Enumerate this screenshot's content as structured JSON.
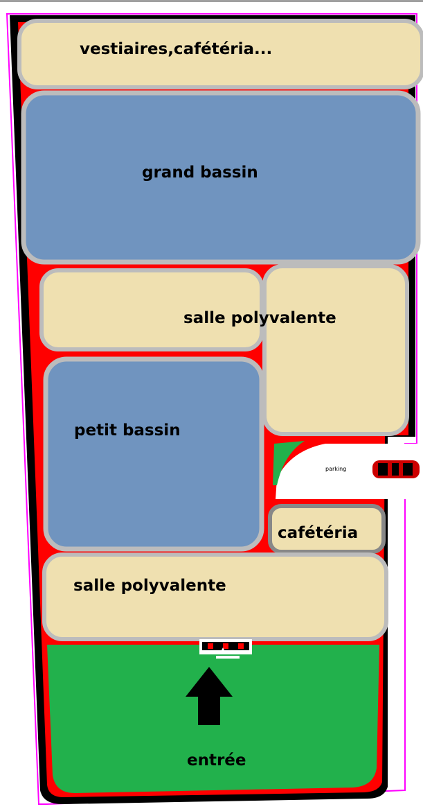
{
  "rooms": {
    "vestiaires": "vestiaires,cafétéria...",
    "grand_bassin": "grand bassin",
    "salle_polyvalente_upper": "salle polyvalente",
    "petit_bassin": "petit bassin",
    "cafeteria": "cafétéria",
    "salle_polyvalente_lower": "salle polyvalente",
    "entree": "entrée"
  },
  "small_sign": "parking",
  "colors": {
    "outer_wall": "#000000",
    "red_fill": "#ff0000",
    "magenta_outline": "#ff00ff",
    "beige_room": "#efe0b0",
    "blue_pool": "#7094bf",
    "room_border": "#bcbcbc",
    "green_entrance": "#22b14c",
    "arrow": "#000000",
    "car": "#cc0000"
  },
  "icons": {
    "entrance_arrow": "arrow-up-icon",
    "car": "car-icon"
  }
}
